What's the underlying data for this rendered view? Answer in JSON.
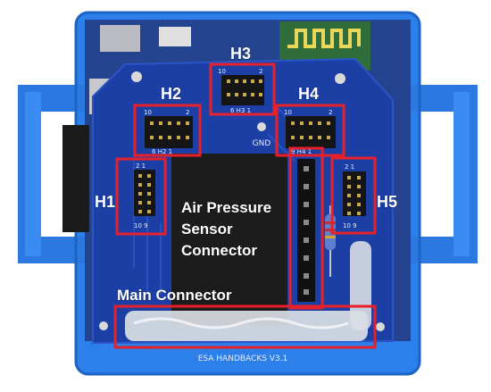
{
  "labels": {
    "h1": "H1",
    "h2": "H2",
    "h3": "H3",
    "h4": "H4",
    "h5": "H5",
    "sensor_line1": "Air Pressure",
    "sensor_line2": "Sensor",
    "sensor_line3": "Connector",
    "main_connector": "Main Connector"
  },
  "silkscreen": {
    "gnd": "GND",
    "h2_top_left": "10",
    "h2_top_right": "2",
    "h2_bottom": "6 H2 1",
    "h3_top_left": "10",
    "h3_top_right": "2",
    "h3_bottom": "6 H3 1",
    "h4_top_left": "10",
    "h4_top_right": "2",
    "h4_bottom": "9 H4 1",
    "h1_top": "2 1",
    "h1_bottom": "10 9",
    "h5_top": "2 1",
    "h5_bottom": "10 9",
    "board_name": "ESA HANDBACKS V3.1"
  },
  "colors": {
    "highlight_box": "#e8202a",
    "label_text": "#ffffff",
    "pcb": "#1a3f9e",
    "enclosure": "#2a7be8"
  }
}
